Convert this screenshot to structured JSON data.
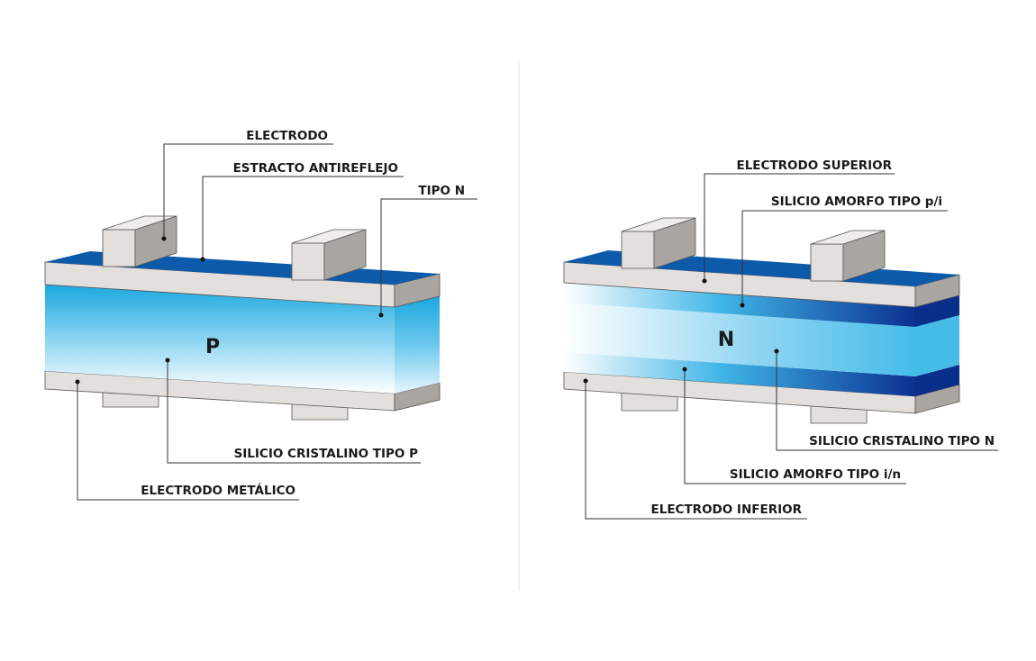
{
  "colors": {
    "electrode_light": "#e2dfdc",
    "electrode_shadow": "#a9a5a1",
    "antireflective_blue": "#0d5aab",
    "layer_cyan": "#27a9e1",
    "dark_blue": "#0a2e8c",
    "divider": "#e6e6e6"
  },
  "left_diagram": {
    "center_letter": "P",
    "labels": {
      "electrodo": "ELECTRODO",
      "estracto_antireflejo": "ESTRACTO ANTIREFLEJO",
      "tipo_n": "TIPO N",
      "silicio_cristalino_tipo_p": "SILICIO CRISTALINO TIPO P",
      "electrodo_metalico": "ELECTRODO METÁLICO"
    }
  },
  "right_diagram": {
    "center_letter": "N",
    "labels": {
      "electrodo_superior": "ELECTRODO SUPERIOR",
      "silicio_amorfo_tipo_pi": "SILICIO AMORFO TIPO p/i",
      "silicio_cristalino_tipo_n": "SILICIO CRISTALINO TIPO N",
      "silicio_amorfo_tipo_in": "SILICIO AMORFO TIPO i/n",
      "electrodo_inferior": "ELECTRODO INFERIOR"
    }
  }
}
